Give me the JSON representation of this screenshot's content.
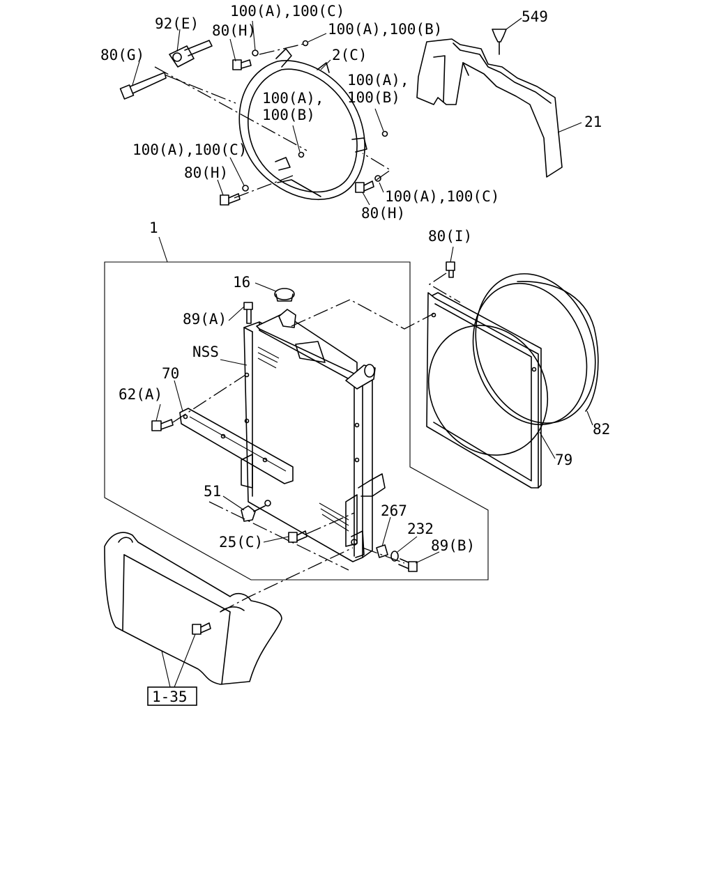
{
  "labels": {
    "p100ac_top": "100(A),100(C)",
    "p92e": "92(E)",
    "p80h_top": "80(H)",
    "p100ab_top": "100(A),100(B)",
    "p80g": "80(G)",
    "p2c": "2(C)",
    "p100ab_right_1": "100(A),",
    "p100ab_right_2": "100(B)",
    "p100ab_mid_1": "100(A),",
    "p100ab_mid_2": "100(B)",
    "p549": "549",
    "p21": "21",
    "p100ac_left": "100(A),100(C)",
    "p80h_left": "80(H)",
    "p100ac_right": "100(A),100(C)",
    "p80h_right": "80(H)",
    "p1": "1",
    "p80i": "80(I)",
    "p16": "16",
    "p89a": "89(A)",
    "pnss": "NSS",
    "p70": "70",
    "p62a": "62(A)",
    "p82": "82",
    "p79": "79",
    "p51": "51",
    "p267": "267",
    "p232": "232",
    "p89b": "89(B)",
    "p25c": "25(C)",
    "pref": "1-35"
  }
}
